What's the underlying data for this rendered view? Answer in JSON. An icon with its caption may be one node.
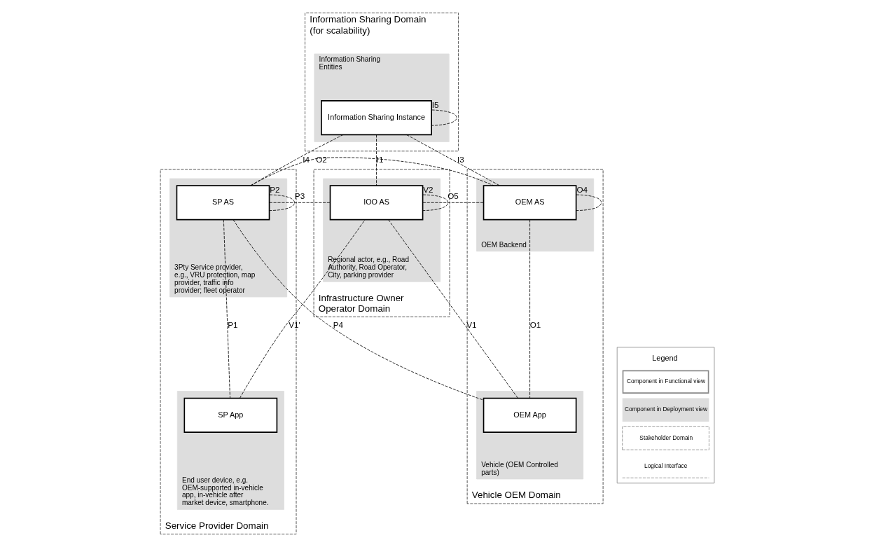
{
  "diagram": {
    "nodes": [
      {
        "text": [
          "Information Sharing Domain (for scalability)"
        ]
      },
      {
        "text": [
          "Information Sharing Entities"
        ],
        "in": 0
      },
      {
        "text": [
          "Information Sharing Instance"
        ],
        "in": 1
      },
      {
        "text": [
          "Service Provider Domain"
        ]
      },
      {
        "text": [
          "3Pty Service provider, e.g., VRU protection, map provider, traffic info provider; fleet operator"
        ],
        "in": 3
      },
      {
        "text": [
          "SP AS"
        ],
        "in": 4
      },
      {
        "text": [
          "End user device, e.g. OEM-supported in-vehicle app, in-vehicle after market device, smartphone."
        ],
        "in": 3
      },
      {
        "text": [
          "SP App"
        ],
        "in": 6
      },
      {
        "text": [
          "Infrastructure Owner Operator Domain"
        ]
      },
      {
        "text": [
          "Regional actor, e.g., Road Authority, Road Operator, City, parking provider"
        ],
        "in": 8
      },
      {
        "text": [
          "IOO AS"
        ],
        "in": 9
      },
      {
        "text": [
          "Vehicle OEM Domain"
        ]
      },
      {
        "text": [
          "OEM Backend"
        ],
        "in": 11
      },
      {
        "text": [
          "OEM AS"
        ],
        "in": 12
      },
      {
        "text": [
          "Vehicle (OEM Controlled parts)"
        ],
        "in": 11
      },
      {
        "text": [
          "OEM App"
        ],
        "in": 14
      }
    ],
    "edges": [
      {
        "from": 2,
        "to": 2,
        "arrow": "none",
        "label": "I5",
        "style": "dashed"
      },
      {
        "from": 2,
        "to": 5,
        "arrow": "none",
        "label": "I4",
        "style": "dashed"
      },
      {
        "from": 2,
        "to": 10,
        "arrow": "none",
        "label": "I1",
        "style": "dashed"
      },
      {
        "from": 2,
        "to": 13,
        "arrow": "none",
        "label": "I3",
        "style": "dashed"
      },
      {
        "from": 5,
        "to": 13,
        "arrow": "none",
        "label": "O2",
        "style": "dashed"
      },
      {
        "from": 5,
        "to": 5,
        "arrow": "none",
        "label": "P2",
        "style": "dashed"
      },
      {
        "from": 10,
        "to": 10,
        "arrow": "none",
        "label": "V2",
        "style": "dashed"
      },
      {
        "from": 13,
        "to": 13,
        "arrow": "none",
        "label": "O4",
        "style": "dashed"
      },
      {
        "from": 5,
        "to": 10,
        "arrow": "none",
        "label": "P3",
        "style": "dashed"
      },
      {
        "from": 10,
        "to": 13,
        "arrow": "none",
        "label": "O5",
        "style": "dashed"
      },
      {
        "from": 7,
        "to": 10,
        "arrow": "none",
        "label": "V1'",
        "style": "dashed"
      },
      {
        "from": 5,
        "to": 7,
        "arrow": "none",
        "label": "P1",
        "style": "dashed"
      },
      {
        "from": 10,
        "to": 15,
        "arrow": "none",
        "label": "V1",
        "style": "dashed"
      },
      {
        "from": 13,
        "to": 15,
        "arrow": "none",
        "label": "O1",
        "style": "dashed"
      },
      {
        "from": 5,
        "to": 15,
        "arrow": "none",
        "label": "P4",
        "style": "dashed"
      }
    ],
    "labels": [
      "Legend"
    ],
    "legend": [
      {
        "text": "Component in Functional view"
      },
      {
        "text": "Component in Deployment view",
        "color": "#dddddd"
      },
      {
        "text": "Stakeholder Domain"
      },
      {
        "text": "Logical Interface"
      }
    ]
  }
}
